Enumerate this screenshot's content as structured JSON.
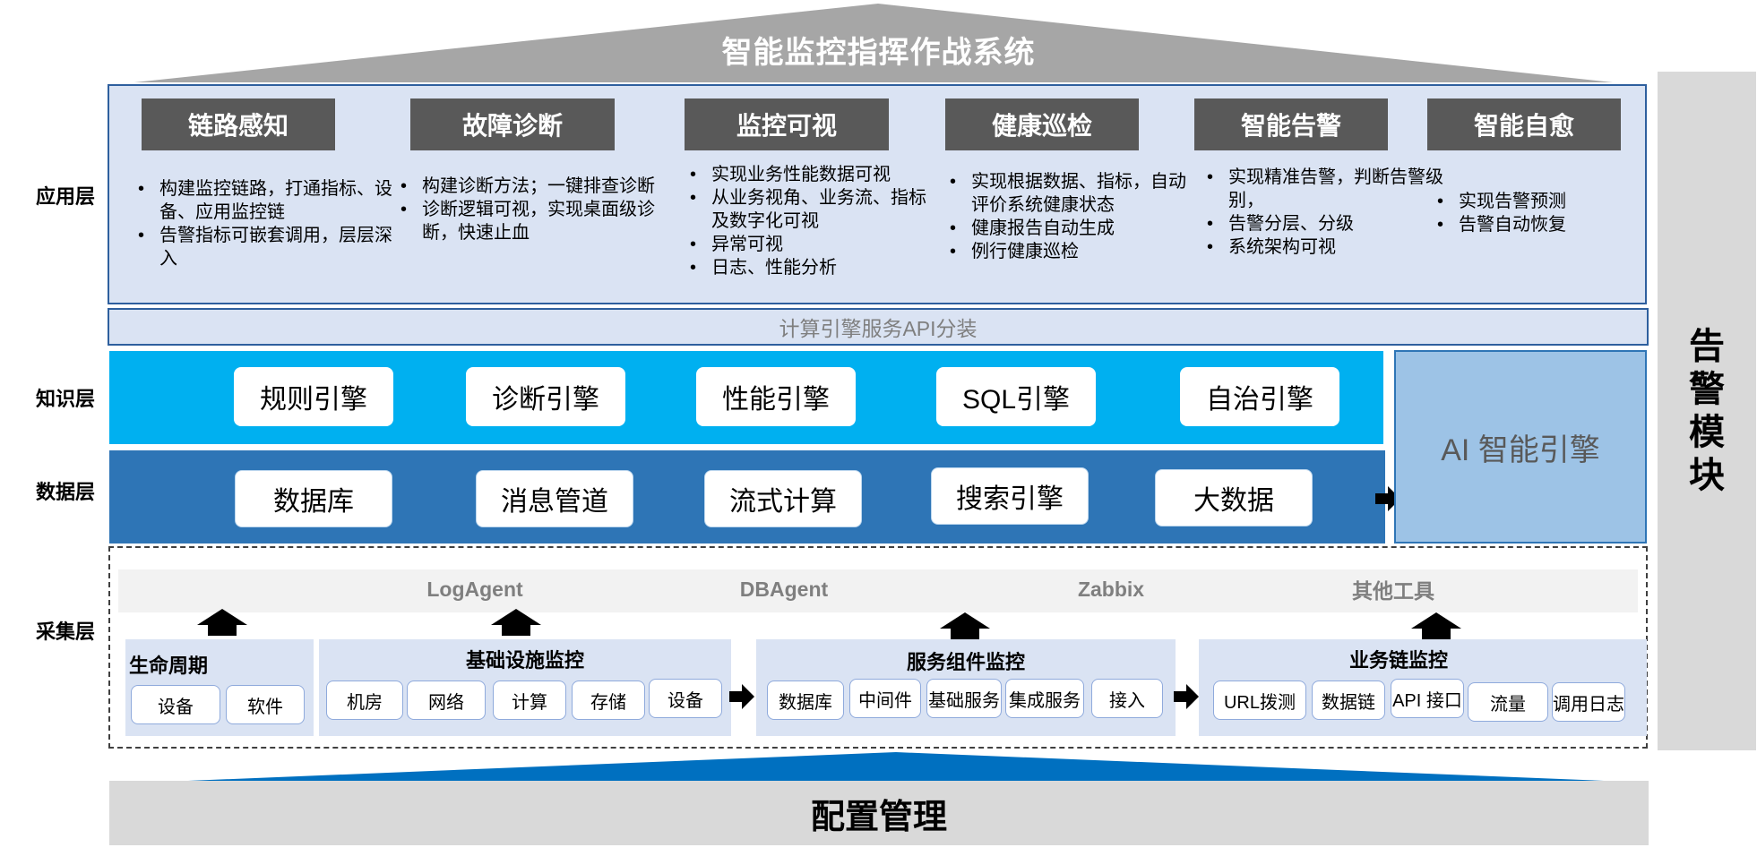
{
  "system_title": "智能监控指挥作战系统",
  "layers": {
    "application": "应用层",
    "knowledge": "知识层",
    "data": "数据层",
    "collect": "采集层"
  },
  "modules": [
    {
      "title": "链路感知",
      "points": [
        "构建监控链路，打通指标、设备、应用监控链",
        "告警指标可嵌套调用，层层深入"
      ]
    },
    {
      "title": "故障诊断",
      "points": [
        "构建诊断方法；一键排查诊断",
        "诊断逻辑可视，实现桌面级诊断，快速止血"
      ]
    },
    {
      "title": "监控可视",
      "points": [
        "实现业务性能数据可视",
        "从业务视角、业务流、指标及数字化可视",
        "异常可视",
        "日志、性能分析"
      ]
    },
    {
      "title": "健康巡检",
      "points": [
        "实现根据数据、指标，自动评价系统健康状态",
        "健康报告自动生成",
        "例行健康巡检"
      ]
    },
    {
      "title": "智能告警",
      "points": [
        "实现精准告警，判断告警级别，",
        "告警分层、分级",
        "系统架构可视"
      ]
    },
    {
      "title": "智能自愈",
      "points": [
        "实现告警预测",
        "告警自动恢复"
      ]
    }
  ],
  "api_bar": "计算引擎服务API分装",
  "knowledge_engines": [
    "规则引擎",
    "诊断引擎",
    "性能引擎",
    "SQL引擎",
    "自治引擎"
  ],
  "data_components": [
    "数据库",
    "消息管道",
    "流式计算",
    "搜索引擎",
    "大数据"
  ],
  "ai_engine": "AI 智能引擎",
  "alarm_module": "告警模块",
  "agents": [
    "LogAgent",
    "DBAgent",
    "Zabbix",
    "其他工具"
  ],
  "collect_groups": [
    {
      "title": "生命周期",
      "items": [
        "设备",
        "软件"
      ]
    },
    {
      "title": "基础设施监控",
      "items": [
        "机房",
        "网络",
        "计算",
        "存储",
        "设备"
      ]
    },
    {
      "title": "服务组件监控",
      "items": [
        "数据库",
        "中间件",
        "基础服务",
        "集成服务",
        "接入"
      ]
    },
    {
      "title": "业务链监控",
      "items": [
        "URL拨测",
        "数据链",
        "API 接口",
        "流量",
        "调用日志"
      ]
    }
  ],
  "config_management": "配置管理",
  "colors": {
    "roof": "#a6a6a6",
    "module_title": "#595959",
    "app_bg": "#dae3f3",
    "knowledge_bg": "#00b0f0",
    "data_bg": "#2e75b6",
    "ai_bg": "#9dc3e6",
    "config_wedge": "#0070c0"
  }
}
